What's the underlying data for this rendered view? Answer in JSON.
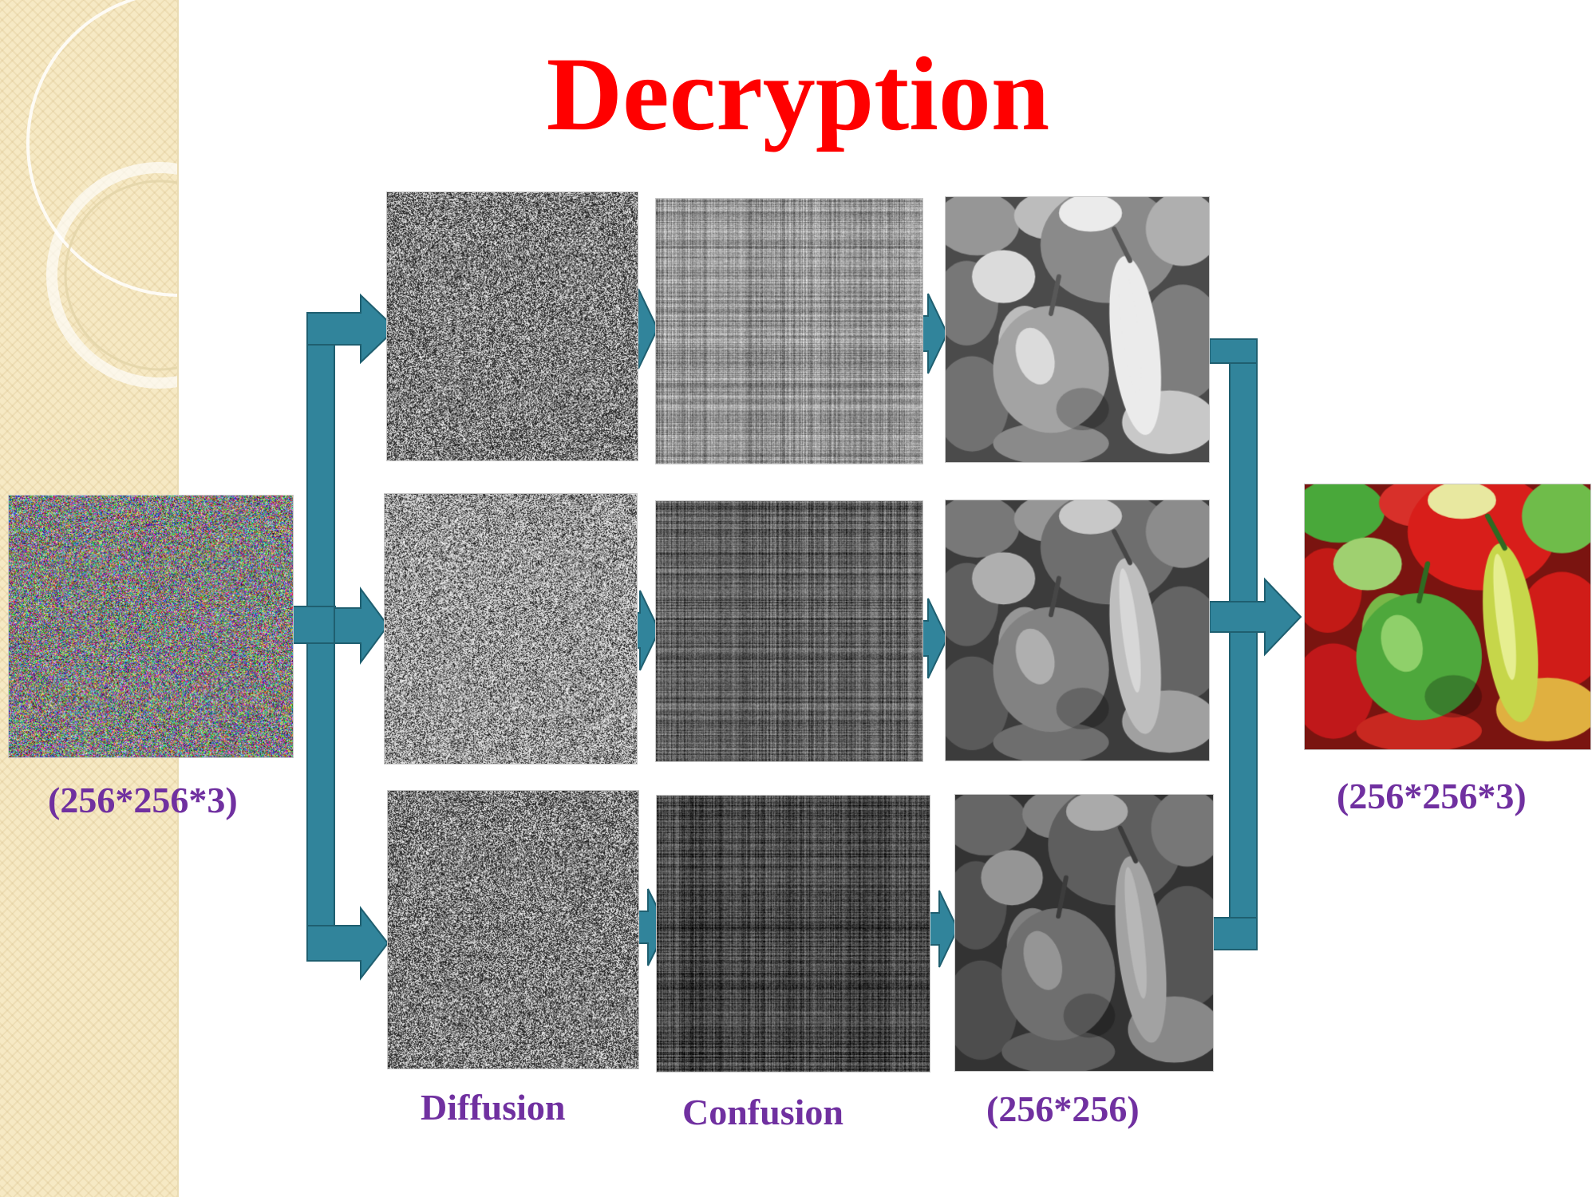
{
  "title": "Decryption",
  "colors": {
    "title": "#ff0000",
    "labels": "#7030a0",
    "arrows": "#31849b",
    "arrow_outline": "#1f5f70",
    "sidebar": "#f6e9c4"
  },
  "labels": {
    "input_size": "(256*256*3)",
    "output_size": "(256*256*3)",
    "diffusion": "Diffusion",
    "confusion": "Confusion",
    "channel_size": "(256*256)"
  },
  "images": {
    "input": "color noise image",
    "diffusion": "grayscale noise image",
    "confusion": "striped scrambled image",
    "channel": "grayscale peppers image",
    "output": "color peppers image"
  }
}
